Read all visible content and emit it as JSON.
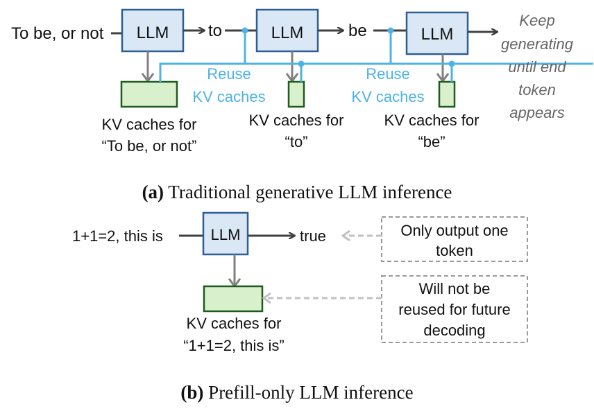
{
  "panel_a": {
    "input_text": "To be, or not",
    "llm_label": "LLM",
    "token_1": "to",
    "token_2": "be",
    "reuse_label_1": [
      "Reuse",
      "KV caches"
    ],
    "reuse_label_2": [
      "Reuse",
      "KV caches"
    ],
    "kv_cache_1": [
      "KV caches for",
      "“To be, or not”"
    ],
    "kv_cache_2": [
      "KV caches for",
      "“to”"
    ],
    "kv_cache_3": [
      "KV caches for",
      "“be”"
    ],
    "note": [
      "Keep",
      "generating",
      "until end",
      "token",
      "appears"
    ],
    "caption_tag": "(a)",
    "caption_text": " Traditional generative LLM inference"
  },
  "panel_b": {
    "input_text": "1+1=2, this is",
    "llm_label": "LLM",
    "output_token": "true",
    "kv_cache": [
      "KV caches for",
      "“1+1=2, this is”"
    ],
    "note_1": [
      "Only output one",
      "token"
    ],
    "note_2": [
      "Will not be",
      "reused for future",
      "decoding"
    ],
    "caption_tag": "(b)",
    "caption_text": " Prefill-only LLM inference"
  },
  "colors": {
    "llm_fill": "#dae8f6",
    "llm_border": "#2e5e94",
    "kv_fill": "#d9f0cc",
    "kv_border": "#1f5a1f",
    "reuse_blue": "#4db3e6",
    "note_gray": "#666666"
  }
}
